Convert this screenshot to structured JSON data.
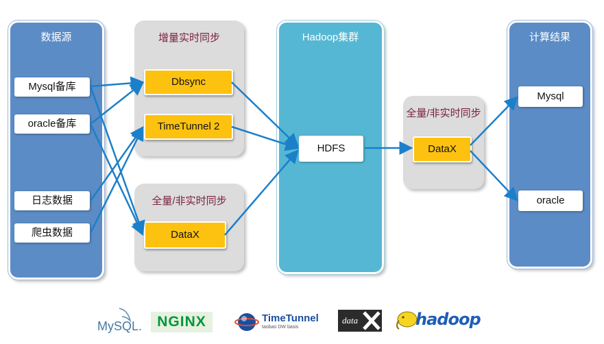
{
  "columns": {
    "sources_title": "数据源",
    "incremental_title": "增量实时同步",
    "full_title_1": "全量/非实时同步",
    "hadoop_title": "Hadoop集群",
    "full_title_2": "全量/非实时同步",
    "results_title": "计算结果"
  },
  "sources": [
    "Mysql备库",
    "oracle备库",
    "日志数据",
    "爬虫数据"
  ],
  "sync_tools": {
    "dbsync": "Dbsync",
    "timetunnel": "TimeTunnel 2",
    "datax1": "DataX",
    "datax2": "DataX"
  },
  "hdfs": "HDFS",
  "results": [
    "Mysql",
    "oracle"
  ],
  "logos": {
    "mysql": "MySQL.",
    "nginx": "NGINX",
    "timetunnel": "TimeTunnel",
    "timetunnel_sub": "taobao DW basis",
    "datax": "data",
    "hadoop": "hadoop"
  },
  "colors": {
    "arrow": "#1b7fc9",
    "yellow": "#fdc20f",
    "blue": "#5b8cc6",
    "teal": "#55b7d3"
  }
}
